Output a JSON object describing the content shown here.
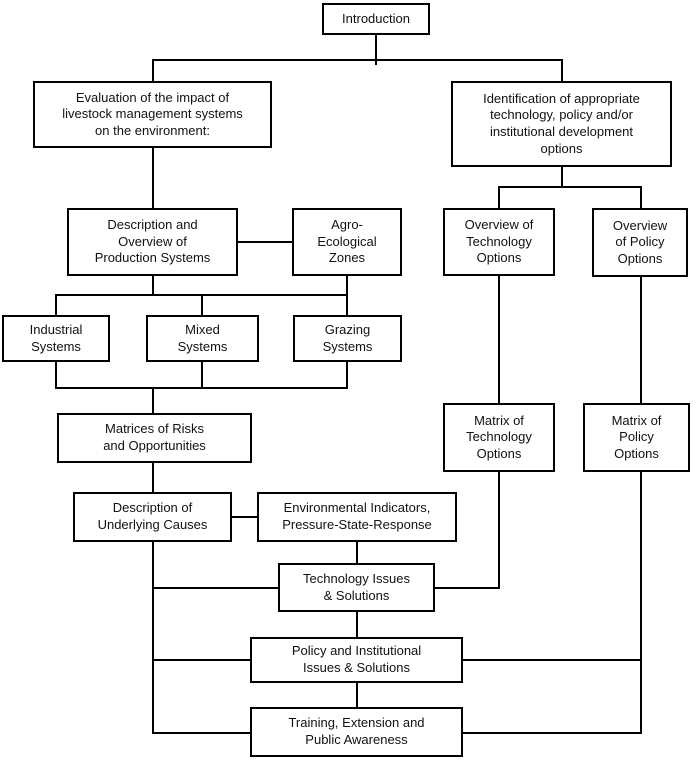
{
  "diagram_type": "flowchart",
  "colors": {
    "line": "#000000",
    "text": "#111111",
    "background": "#ffffff"
  },
  "nodes": {
    "introduction": "Introduction",
    "evaluation": "Evaluation of the impact of\nlivestock management systems\non the environment:",
    "identification": "Identification of appropriate\ntechnology, policy and/or\ninstitutional development\noptions",
    "desc_overview": "Description and\nOverview of\nProduction Systems",
    "agro": "Agro-\nEcological\nZones",
    "overview_tech": "Overview of\nTechnology\nOptions",
    "overview_policy": "Overview\nof Policy\nOptions",
    "industrial": "Industrial\nSystems",
    "mixed": "Mixed\nSystems",
    "grazing": "Grazing\nSystems",
    "matrices": "Matrices of Risks\nand Opportunities",
    "matrix_tech": "Matrix of\nTechnology\nOptions",
    "matrix_policy": "Matrix of\nPolicy\nOptions",
    "desc_causes": "Description of\nUnderlying Causes",
    "env_indicators": "Environmental Indicators,\nPressure-State-Response",
    "tech_issues": "Technology Issues\n& Solutions",
    "policy_issues": "Policy and Institutional\nIssues & Solutions",
    "training": "Training, Extension and\nPublic Awareness"
  },
  "edges": [
    [
      "introduction",
      "evaluation"
    ],
    [
      "introduction",
      "identification"
    ],
    [
      "evaluation",
      "desc_overview"
    ],
    [
      "desc_overview",
      "agro"
    ],
    [
      "desc_overview",
      "industrial"
    ],
    [
      "desc_overview",
      "mixed"
    ],
    [
      "agro",
      "grazing"
    ],
    [
      "industrial",
      "matrices"
    ],
    [
      "mixed",
      "matrices"
    ],
    [
      "grazing",
      "matrices"
    ],
    [
      "matrices",
      "desc_causes"
    ],
    [
      "desc_causes",
      "env_indicators"
    ],
    [
      "env_indicators",
      "tech_issues"
    ],
    [
      "desc_causes",
      "tech_issues"
    ],
    [
      "desc_causes",
      "policy_issues"
    ],
    [
      "desc_causes",
      "training"
    ],
    [
      "identification",
      "overview_tech"
    ],
    [
      "identification",
      "overview_policy"
    ],
    [
      "overview_tech",
      "matrix_tech"
    ],
    [
      "overview_policy",
      "matrix_policy"
    ],
    [
      "matrix_tech",
      "tech_issues"
    ],
    [
      "tech_issues",
      "policy_issues"
    ],
    [
      "matrix_policy",
      "policy_issues"
    ],
    [
      "matrix_policy",
      "training"
    ],
    [
      "policy_issues",
      "training"
    ]
  ]
}
